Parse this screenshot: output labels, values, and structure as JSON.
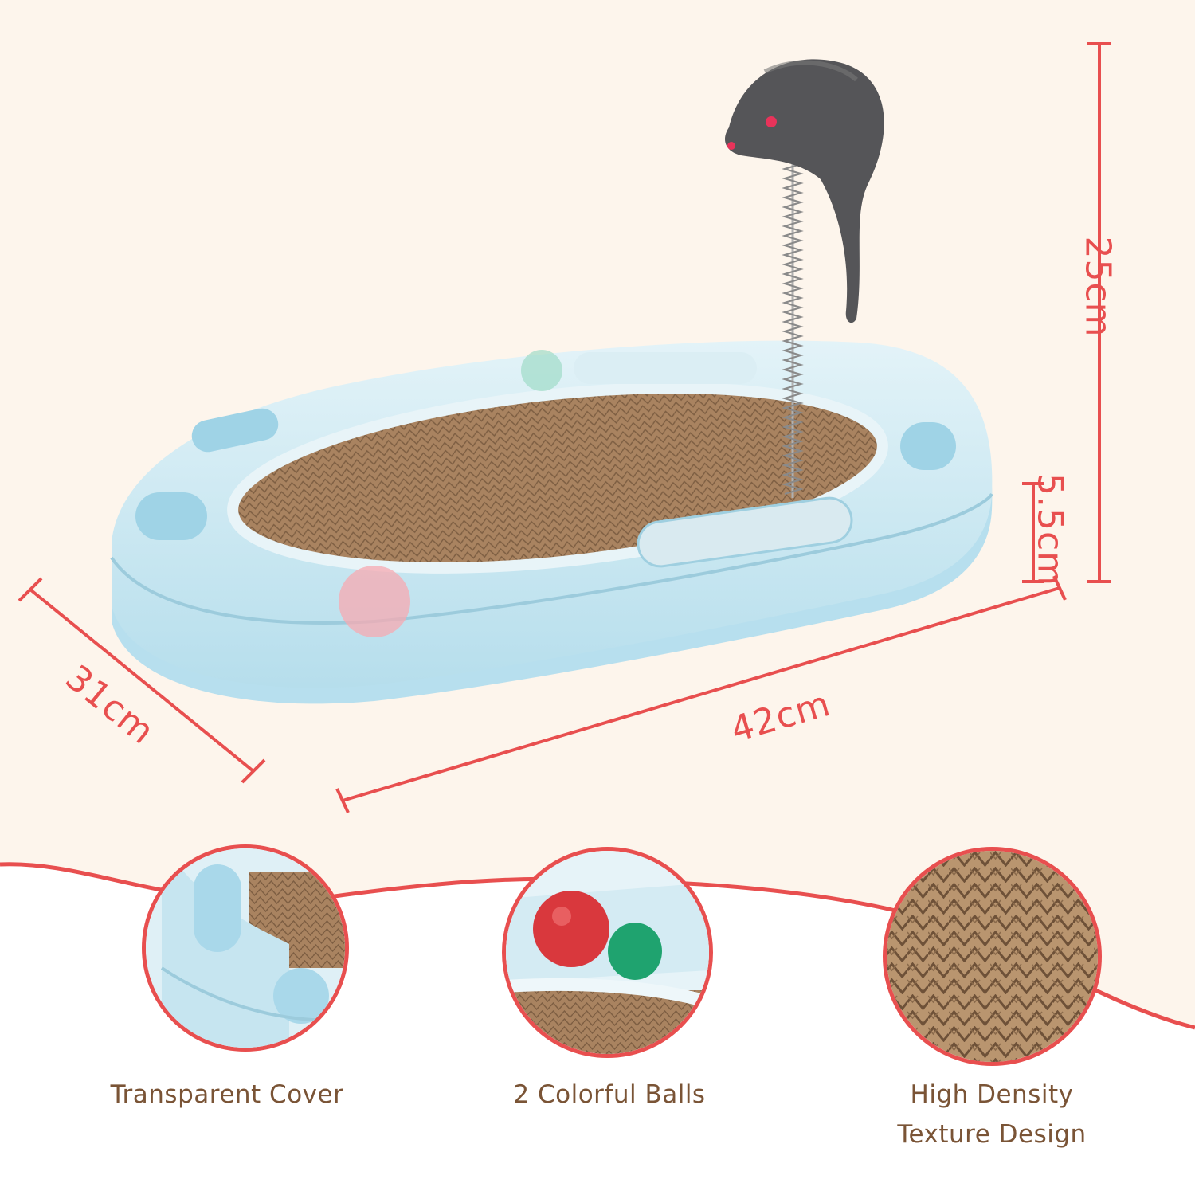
{
  "dimensions": {
    "height_total": "25cm",
    "height_base": "5.5cm",
    "width": "31cm",
    "length": "42cm"
  },
  "features": [
    {
      "label": "Transparent Cover"
    },
    {
      "label": "2 Colorful Balls"
    },
    {
      "label_line1": "High Density",
      "label_line2": "Texture Design"
    }
  ],
  "colors": {
    "accent": "#e84f4f",
    "caption_text": "#7a5436",
    "background": "#fdf5ec",
    "tray_blue": "#bfe3ef",
    "cardboard": "#b58e66"
  }
}
